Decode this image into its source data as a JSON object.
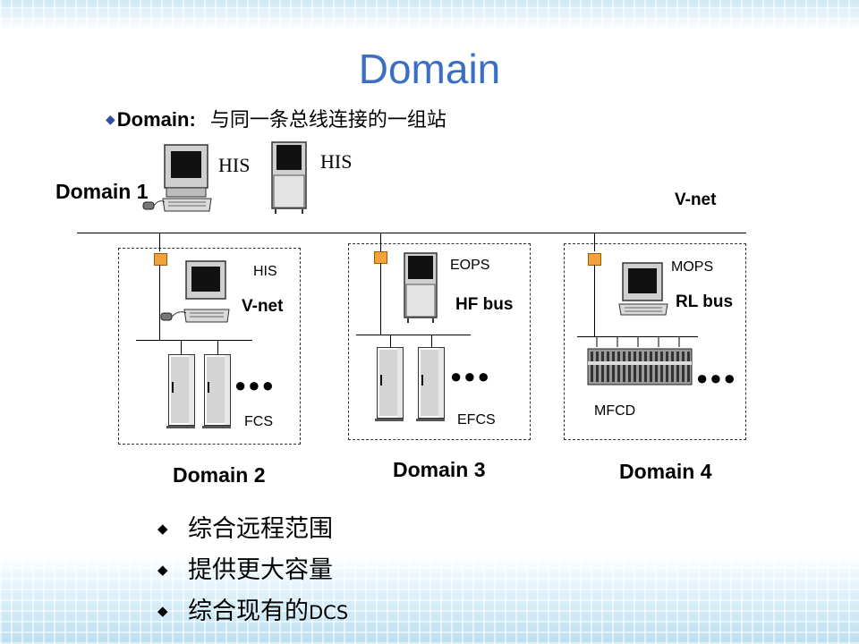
{
  "slide": {
    "title": "Domain",
    "subtitle_term": "Domain:",
    "subtitle_desc": "与同一条总线连接的一组站"
  },
  "diagram": {
    "top_bus_label": "V-net",
    "domain1": {
      "label": "Domain 1",
      "station1": "HIS",
      "station2": "HIS"
    },
    "domain2": {
      "label": "Domain 2",
      "station": "HIS",
      "bus": "V-net",
      "controllers": "FCS"
    },
    "domain3": {
      "label": "Domain 3",
      "station": "EOPS",
      "bus": "HF bus",
      "controllers": "EFCS"
    },
    "domain4": {
      "label": "Domain 4",
      "station": "MOPS",
      "bus": "RL bus",
      "controllers": "MFCD"
    },
    "ellipsis": "●●●"
  },
  "bullets": {
    "marker": "◆",
    "items": [
      {
        "text": "综合远程范围",
        "suffix": ""
      },
      {
        "text": "提供更大容量",
        "suffix": ""
      },
      {
        "text": "综合现有的",
        "suffix": "DCS"
      }
    ]
  },
  "colors": {
    "title": "#3a6fc4",
    "bus_node": "#f1a23a",
    "bullet_marker": "#2c4fa0"
  }
}
